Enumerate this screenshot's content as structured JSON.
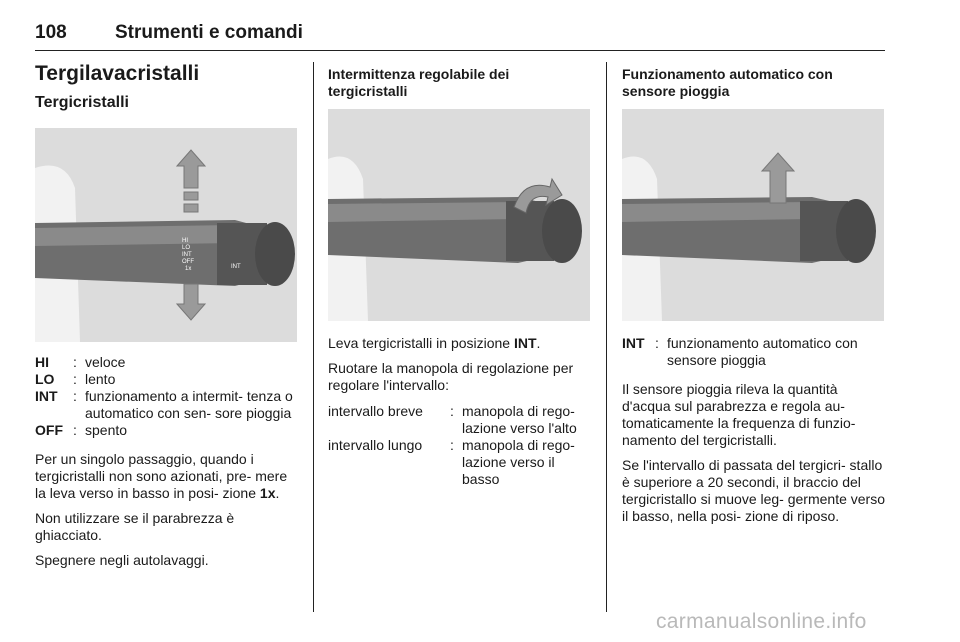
{
  "header": {
    "page_number": "108",
    "title": "Strumenti e comandi"
  },
  "col1": {
    "heading": "Tergilavacristalli",
    "subheading": "Tergicristalli",
    "figure_labels": {
      "hi": "HI",
      "lo": "LO",
      "int": "INT",
      "off": "OFF",
      "onex": "1x",
      "int_ring": "INT"
    },
    "definitions": [
      {
        "term": "HI",
        "sep": ":",
        "desc": "veloce"
      },
      {
        "term": "LO",
        "sep": ":",
        "desc": "lento"
      },
      {
        "term": "INT",
        "sep": ":",
        "desc": "funzionamento a intermit- tenza o automatico con sen- sore pioggia"
      },
      {
        "term": "OFF",
        "sep": ":",
        "desc": "spento"
      }
    ],
    "para1_text": "Per un singolo passaggio, quando i tergicristalli non sono azionati, pre- mere la leva verso in basso in posi- zione ",
    "para1_bold": "1x",
    "para1_end": ".",
    "para2": "Non utilizzare se il parabrezza è ghiacciato.",
    "para3": "Spegnere negli autolavaggi."
  },
  "col2": {
    "heading": "Intermittenza regolabile dei tergicristalli",
    "para1_text": "Leva tergicristalli in posizione ",
    "para1_bold": "INT",
    "para1_end": ".",
    "para2": "Ruotare la manopola di regolazione per regolare l'intervallo:",
    "definitions": [
      {
        "term": "intervallo breve",
        "sep": ":",
        "desc": "manopola di rego- lazione verso l'alto"
      },
      {
        "term": "intervallo lungo",
        "sep": ":",
        "desc": "manopola di rego- lazione verso il basso"
      }
    ]
  },
  "col3": {
    "heading": "Funzionamento automatico con sensore pioggia",
    "definitions": [
      {
        "term": "INT",
        "sep": ":",
        "desc": "funzionamento automatico con sensore pioggia"
      }
    ],
    "para1": "Il sensore pioggia rileva la quantità d'acqua sul parabrezza e regola au- tomaticamente la frequenza di funzio- namento del tergicristalli.",
    "para2": "Se l'intervallo di passata del tergicri- stallo è superiore a 20 secondi, il braccio del tergicristallo si muove leg- germente verso il basso, nella posi- zione di riposo."
  },
  "watermark": "carmanualsonline.info"
}
